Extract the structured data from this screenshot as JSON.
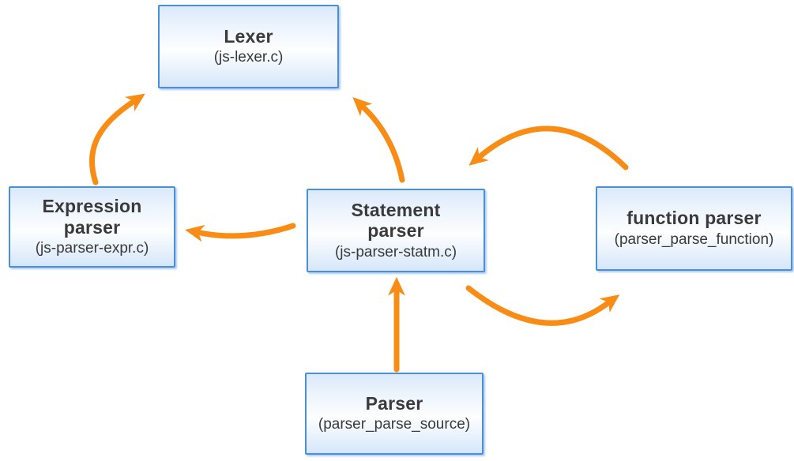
{
  "diagram": {
    "kind": "module-dependency-diagram",
    "colors": {
      "arrow_orange": "#F88C14",
      "box_border_blue": "#4A90D9",
      "box_fill_light": "#E3EEFC",
      "text": "#3A3A3A"
    },
    "nodes": [
      {
        "id": "lexer",
        "title": "Lexer",
        "subtitle": "(js-lexer.c)"
      },
      {
        "id": "expression-parser",
        "title": "Expression parser",
        "subtitle": "(js-parser-expr.c)"
      },
      {
        "id": "statement-parser",
        "title": "Statement parser",
        "subtitle": "(js-parser-statm.c)"
      },
      {
        "id": "function-parser",
        "title": "function parser",
        "subtitle": "(parser_parse_function)"
      },
      {
        "id": "parser",
        "title": "Parser",
        "subtitle": "(parser_parse_source)"
      }
    ],
    "edges": [
      {
        "from": "expression-parser",
        "to": "lexer",
        "style": "curved"
      },
      {
        "from": "statement-parser",
        "to": "lexer",
        "style": "curved"
      },
      {
        "from": "statement-parser",
        "to": "expression-parser",
        "style": "curved"
      },
      {
        "from": "function-parser",
        "to": "statement-parser",
        "style": "arc-over"
      },
      {
        "from": "statement-parser",
        "to": "function-parser",
        "style": "arc-under"
      },
      {
        "from": "parser",
        "to": "statement-parser",
        "style": "straight"
      }
    ]
  }
}
